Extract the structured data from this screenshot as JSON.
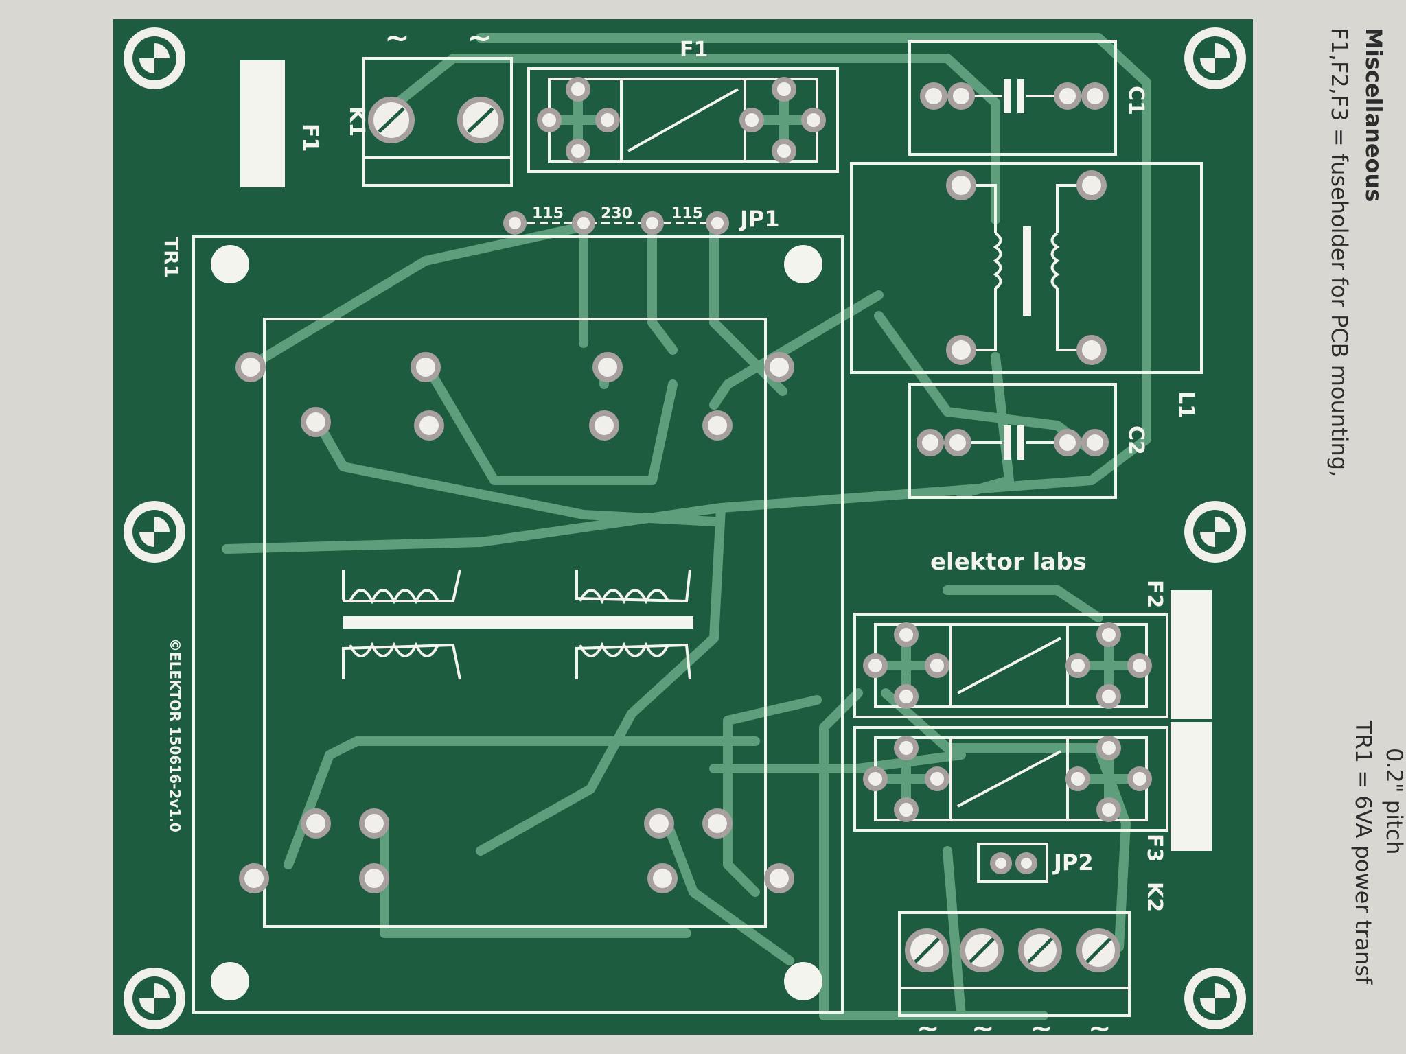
{
  "page_caption": {
    "heading": "Miscellaneous",
    "line1": "F1,F2,F3 = fuseholder for PCB mounting,",
    "line2": "0.2\" pitch",
    "line3": "TR1 = 6VA power transf"
  },
  "pcb": {
    "brand_logo": "elektor labs",
    "copyright": "©ELEKTOR 150616-2v1.0",
    "components": {
      "f1": "F1",
      "f1_side": "F1",
      "k1": "K1",
      "c1": "C1",
      "c2": "C2",
      "l1": "L1",
      "tr1": "TR1",
      "f2": "F2",
      "f3": "F3",
      "k2": "K2",
      "jp1": "JP1",
      "jp2": "JP2"
    },
    "jumper_labels": [
      "115",
      "230",
      "115"
    ],
    "tilde_symbol": "~"
  },
  "colors": {
    "board": "#1e5c40",
    "trace": "#5f9e7c",
    "silkscreen": "#f4f4ee",
    "paper": "#d9d7d1"
  }
}
